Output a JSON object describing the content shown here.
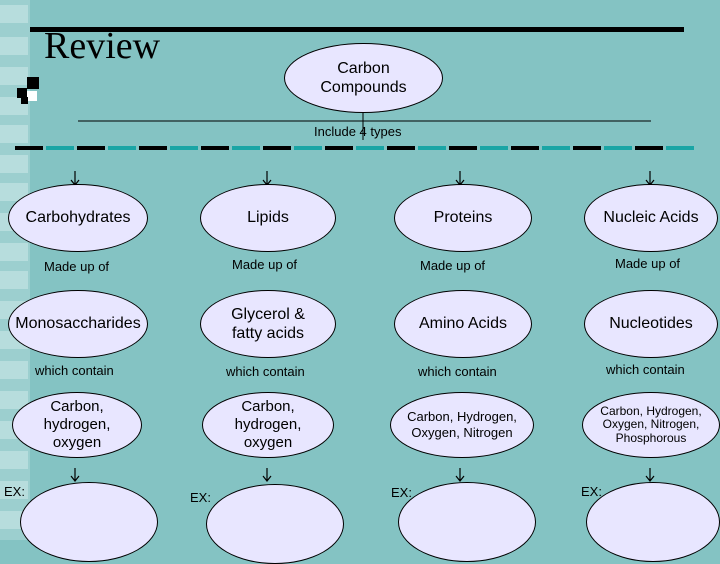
{
  "slide": {
    "title": "Review",
    "root": "Carbon Compounds",
    "connector": "Include 4 types",
    "made_up_of": "Made up of",
    "which_contain": "which contain",
    "example_label": "EX:"
  },
  "categories": [
    {
      "name": "Carbohydrates",
      "monomer": "Monosaccharides",
      "elements": "Carbon, hydrogen, oxygen"
    },
    {
      "name": "Lipids",
      "monomer": "Glycerol & fatty acids",
      "elements": "Carbon, hydrogen, oxygen"
    },
    {
      "name": "Proteins",
      "monomer": "Amino Acids",
      "elements": "Carbon, Hydrogen, Oxygen, Nitrogen"
    },
    {
      "name": "Nucleic Acids",
      "monomer": "Nucleotides",
      "elements": "Carbon, Hydrogen, Oxygen, Nitrogen, Phosphorous"
    }
  ],
  "colors": {
    "background": "#84c3c3",
    "ellipse_fill": "#e8e6ff",
    "dash_black": "#000000",
    "dash_teal": "#1aa5a5"
  }
}
